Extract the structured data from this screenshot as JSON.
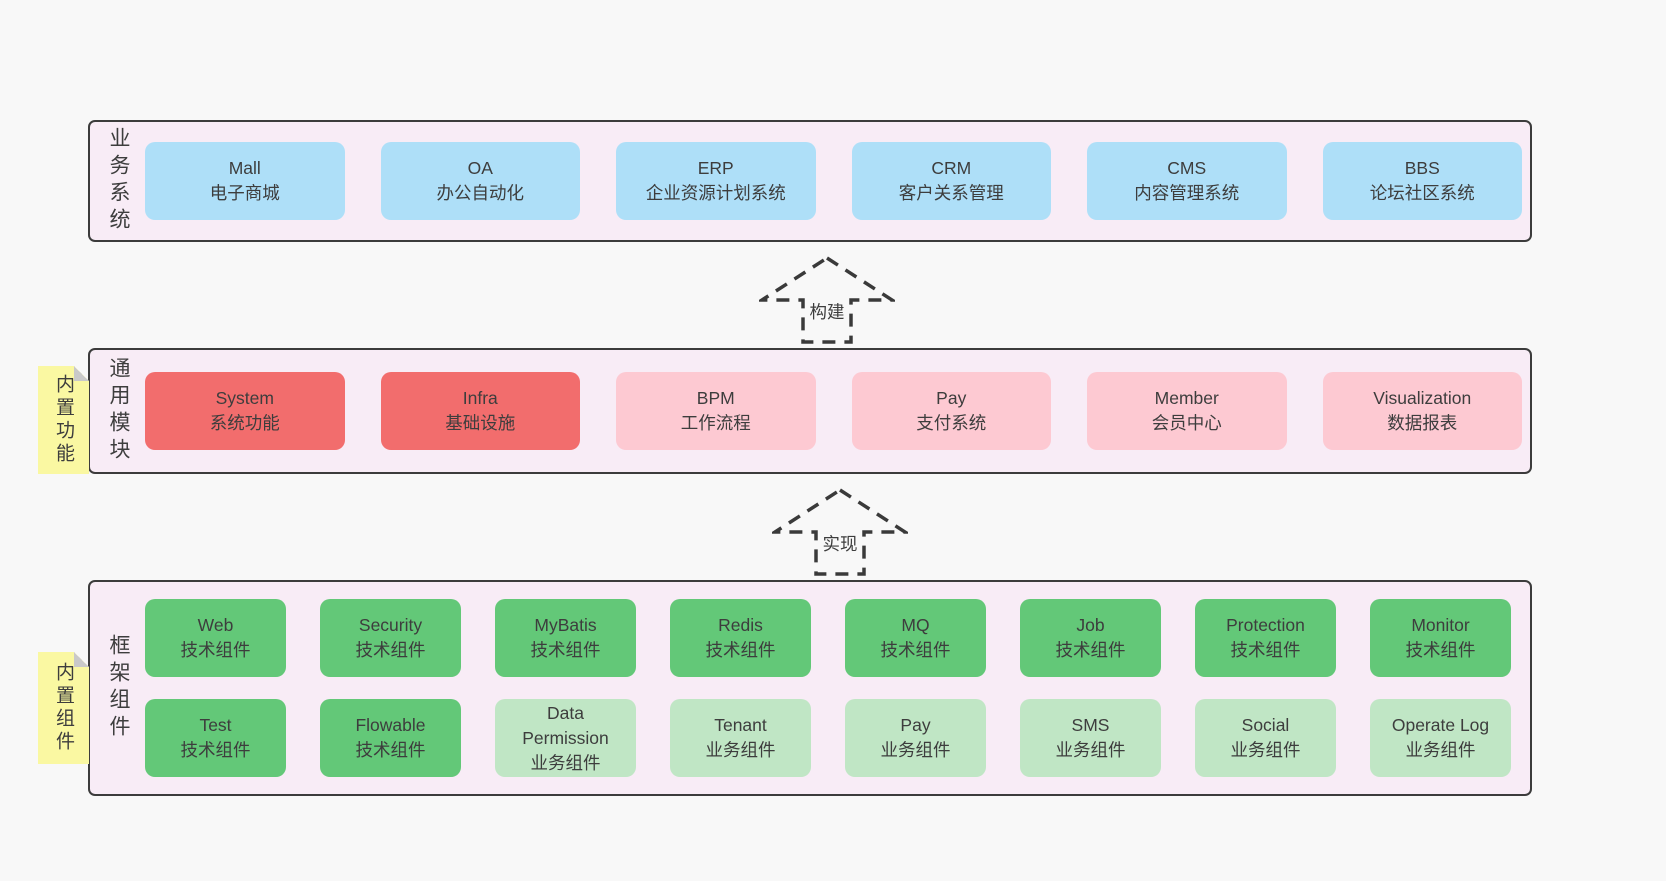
{
  "page": {
    "background": "#f8f8f8"
  },
  "colors": {
    "layer_background": "#f8ecf6",
    "layer_border": "#3c3c3c",
    "blue": "#aedff8",
    "red": "#f26d6d",
    "pink": "#fdc9d2",
    "green_dark": "#63c878",
    "green_light": "#c0e6c5",
    "sticky_yellow": "#faf8a2",
    "fold_gray": "#c9c9c9",
    "text": "#3d3d3d"
  },
  "arrows": [
    {
      "label": "构建"
    },
    {
      "label": "实现"
    }
  ],
  "layers": [
    {
      "label": "业务系统",
      "sticky": null,
      "rows": [
        [
          {
            "title": "Mall",
            "subtitle": "电子商城",
            "color": "blue"
          },
          {
            "title": "OA",
            "subtitle": "办公自动化",
            "color": "blue"
          },
          {
            "title": "ERP",
            "subtitle": "企业资源计划系统",
            "color": "blue"
          },
          {
            "title": "CRM",
            "subtitle": "客户关系管理",
            "color": "blue"
          },
          {
            "title": "CMS",
            "subtitle": "内容管理系统",
            "color": "blue"
          },
          {
            "title": "BBS",
            "subtitle": "论坛社区系统",
            "color": "blue"
          }
        ]
      ]
    },
    {
      "label": "通用模块",
      "sticky": "内置功能",
      "rows": [
        [
          {
            "title": "System",
            "subtitle": "系统功能",
            "color": "red"
          },
          {
            "title": "Infra",
            "subtitle": "基础设施",
            "color": "red"
          },
          {
            "title": "BPM",
            "subtitle": "工作流程",
            "color": "pink"
          },
          {
            "title": "Pay",
            "subtitle": "支付系统",
            "color": "pink"
          },
          {
            "title": "Member",
            "subtitle": "会员中心",
            "color": "pink"
          },
          {
            "title": "Visualization",
            "subtitle": "数据报表",
            "color": "pink"
          }
        ]
      ]
    },
    {
      "label": "框架组件",
      "sticky": "内置组件",
      "rows": [
        [
          {
            "title": "Web",
            "subtitle": "技术组件",
            "color": "green_dark"
          },
          {
            "title": "Security",
            "subtitle": "技术组件",
            "color": "green_dark"
          },
          {
            "title": "MyBatis",
            "subtitle": "技术组件",
            "color": "green_dark"
          },
          {
            "title": "Redis",
            "subtitle": "技术组件",
            "color": "green_dark"
          },
          {
            "title": "MQ",
            "subtitle": "技术组件",
            "color": "green_dark"
          },
          {
            "title": "Job",
            "subtitle": "技术组件",
            "color": "green_dark"
          },
          {
            "title": "Protection",
            "subtitle": "技术组件",
            "color": "green_dark"
          },
          {
            "title": "Monitor",
            "subtitle": "技术组件",
            "color": "green_dark"
          }
        ],
        [
          {
            "title": "Test",
            "subtitle": "技术组件",
            "color": "green_dark"
          },
          {
            "title": "Flowable",
            "subtitle": "技术组件",
            "color": "green_dark"
          },
          {
            "title": "Data Permission",
            "subtitle": "业务组件",
            "color": "green_light"
          },
          {
            "title": "Tenant",
            "subtitle": "业务组件",
            "color": "green_light"
          },
          {
            "title": "Pay",
            "subtitle": "业务组件",
            "color": "green_light"
          },
          {
            "title": "SMS",
            "subtitle": "业务组件",
            "color": "green_light"
          },
          {
            "title": "Social",
            "subtitle": "业务组件",
            "color": "green_light"
          },
          {
            "title": "Operate Log",
            "subtitle": "业务组件",
            "color": "green_light"
          }
        ]
      ]
    }
  ]
}
